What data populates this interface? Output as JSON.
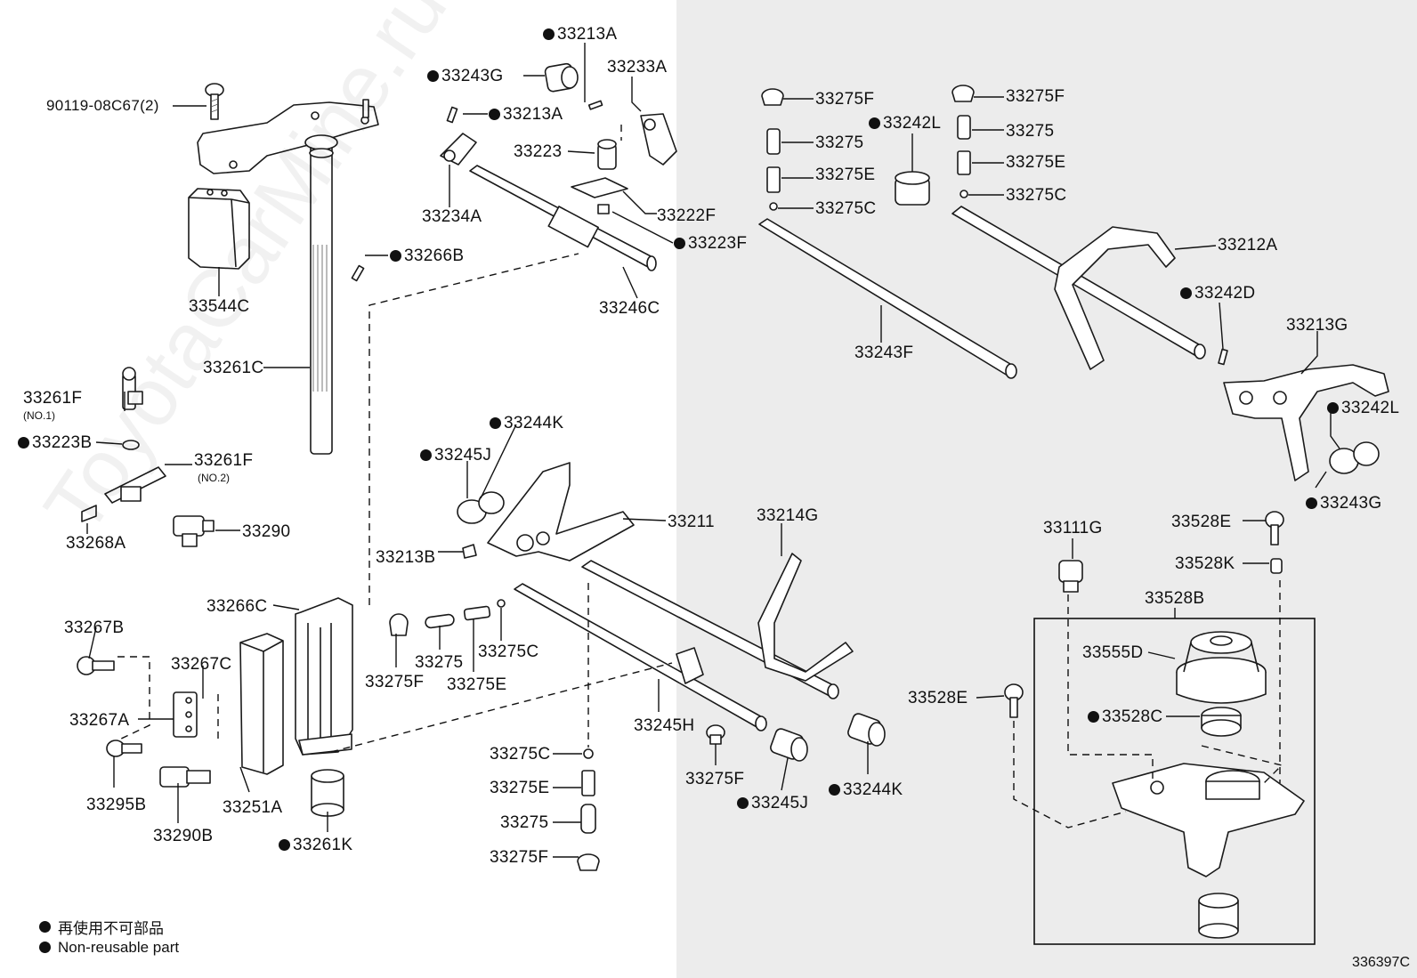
{
  "legend": {
    "japanese": "再使用不可部品",
    "english": "Non-reusable part",
    "marker": "black-dot"
  },
  "diagram_code": "336397C",
  "watermark": "ToyotaCarMine.ru",
  "notes": {
    "no1": "(NO.1)",
    "no2": "(NO.2)"
  },
  "parts": {
    "p90119": "90119-08C67(2)",
    "p33213A_top": "33213A",
    "p33233A": "33233A",
    "p33243G_top": "33243G",
    "p33213A_mid": "33213A",
    "p33223": "33223",
    "p33234A": "33234A",
    "p33222F": "33222F",
    "p33223F": "33223F",
    "p33266B": "33266B",
    "p33544C": "33544C",
    "p33246C": "33246C",
    "p33261C": "33261C",
    "p33261F_no1": "33261F",
    "p33223B": "33223B",
    "p33261F_no2": "33261F",
    "p33268A": "33268A",
    "p33290": "33290",
    "p33275F_a": "33275F",
    "p33275_a": "33275",
    "p33275E_a": "33275E",
    "p33275C_a": "33275C",
    "p33242L_top": "33242L",
    "p33275F_b": "33275F",
    "p33275_b": "33275",
    "p33275E_b": "33275E",
    "p33275C_b": "33275C",
    "p33212A": "33212A",
    "p33243F": "33243F",
    "p33242D": "33242D",
    "p33213G": "33213G",
    "p33242L_right": "33242L",
    "p33243G_right": "33243G",
    "p33244K_top": "33244K",
    "p33245J_top": "33245J",
    "p33211": "33211",
    "p33214G": "33214G",
    "p33213B": "33213B",
    "p33266C": "33266C",
    "p33267B": "33267B",
    "p33267C": "33267C",
    "p33267A": "33267A",
    "p33295B": "33295B",
    "p33290B": "33290B",
    "p33251A": "33251A",
    "p33261K": "33261K",
    "p33275F_c": "33275F",
    "p33275_c": "33275",
    "p33275E_c": "33275E",
    "p33275C_c": "33275C",
    "p33245H": "33245H",
    "p33275F_d": "33275F",
    "p33245J_bot": "33245J",
    "p33244K_bot": "33244K",
    "p33275C_d": "33275C",
    "p33275E_d": "33275E",
    "p33275_d": "33275",
    "p33275F_e": "33275F",
    "p33111G": "33111G",
    "p33528E_top": "33528E",
    "p33528K": "33528K",
    "p33528B": "33528B",
    "p33555D": "33555D",
    "p33528E_left": "33528E",
    "p33528C": "33528C"
  }
}
